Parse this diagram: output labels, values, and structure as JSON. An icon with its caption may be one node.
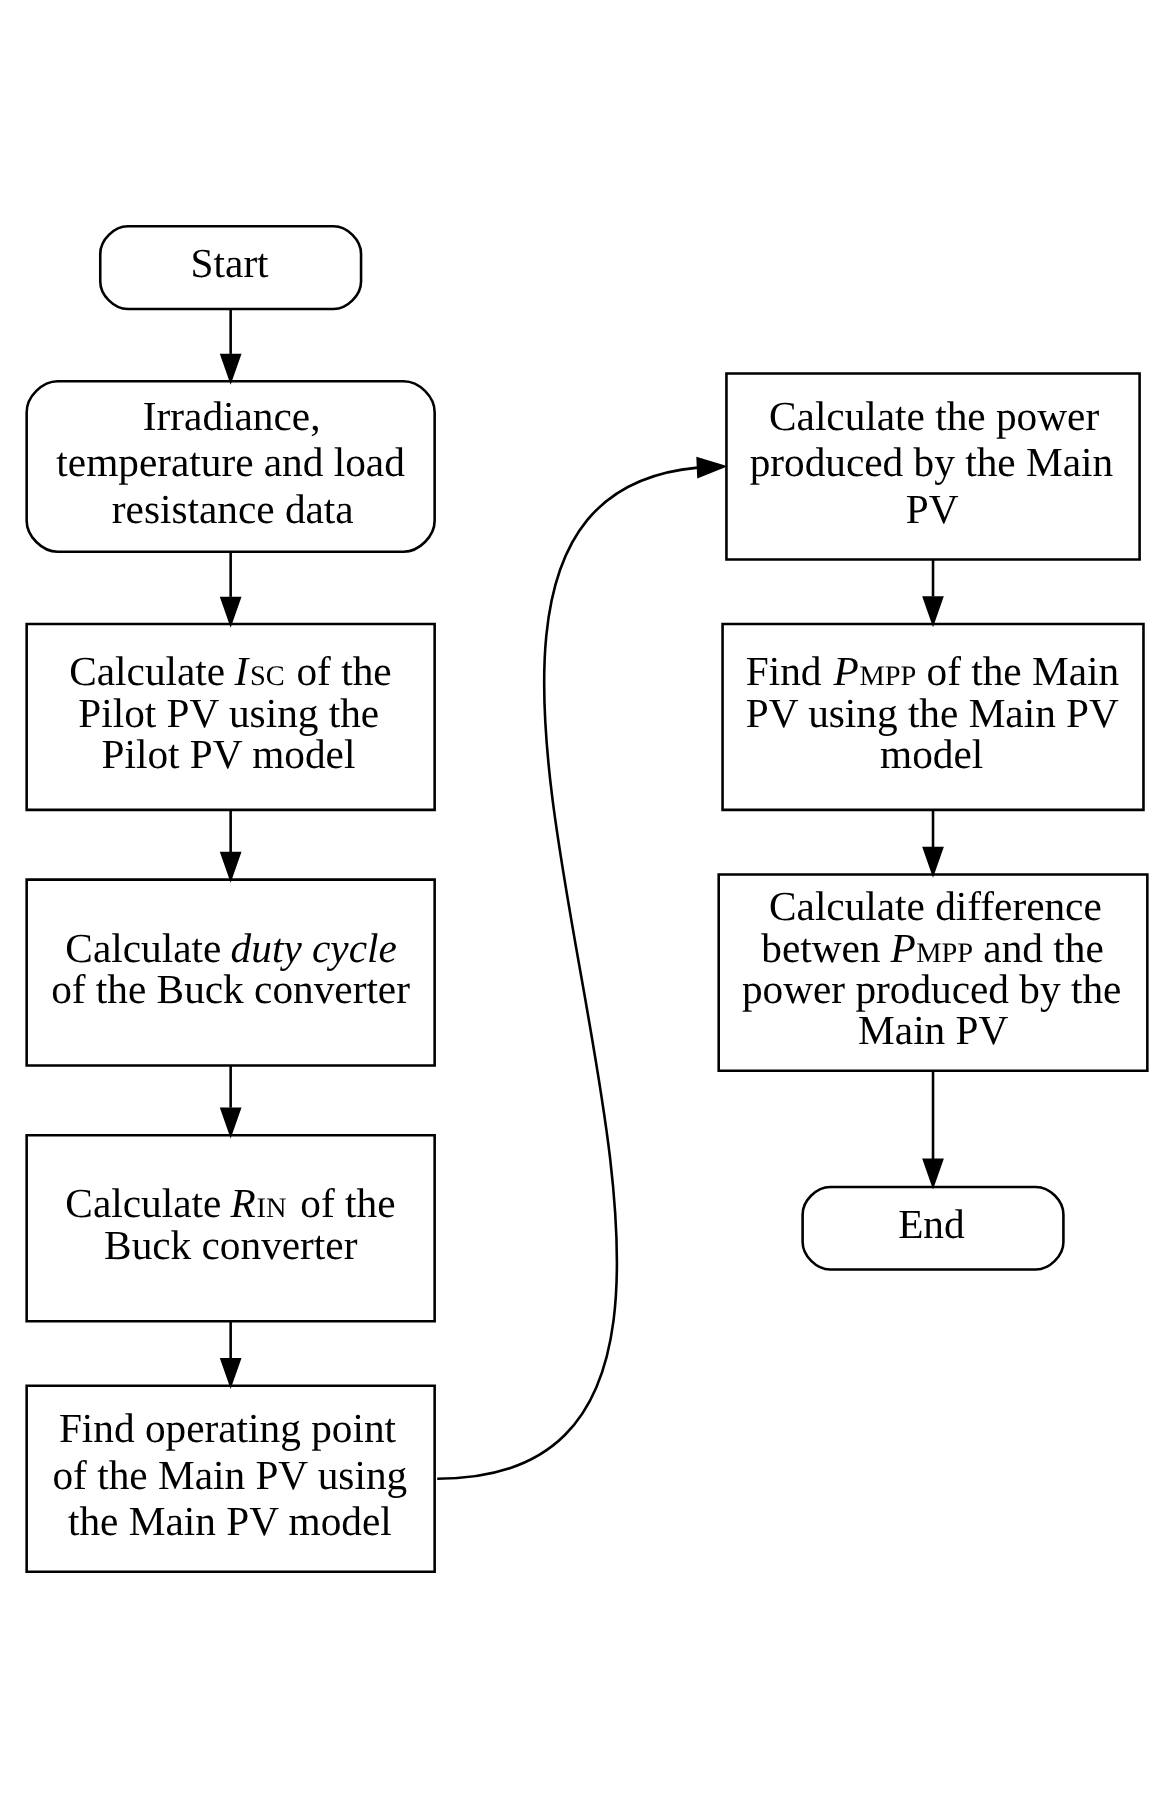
{
  "diagram": {
    "nodes": [
      {
        "text": [
          "Start"
        ]
      },
      {
        "text": [
          "Irradiance, temperature and load resistance data"
        ]
      },
      {
        "text": [
          "Calculate *I*$_{SC}$ of the Pilot PV using the Pilot PV model"
        ]
      },
      {
        "text": [
          "Calculate *duty cycle* of the Buck converter"
        ]
      },
      {
        "text": [
          "Calculate *R*$_{IN}$ of the Buck converter"
        ]
      },
      {
        "text": [
          "Find operating point of the Main PV using the Main PV model"
        ]
      },
      {
        "text": [
          "Calculate the power produced by the Main PV"
        ]
      },
      {
        "text": [
          "Find *P*$_{MPP}$ of the Main PV using the Main PV model"
        ]
      },
      {
        "text": [
          "Calculate difference betwen *P*$_{MPP}$ and the power produced by the Main PV"
        ]
      },
      {
        "text": [
          "End"
        ]
      }
    ],
    "edges": [
      {
        "from": 0,
        "to": 1,
        "arrow": "to"
      },
      {
        "from": 1,
        "to": 2,
        "arrow": "to"
      },
      {
        "from": 2,
        "to": 3,
        "arrow": "to"
      },
      {
        "from": 3,
        "to": 4,
        "arrow": "to"
      },
      {
        "from": 4,
        "to": 5,
        "arrow": "to"
      },
      {
        "from": 5,
        "to": 6,
        "arrow": "to"
      },
      {
        "from": 6,
        "to": 7,
        "arrow": "to"
      },
      {
        "from": 7,
        "to": 8,
        "arrow": "to"
      },
      {
        "from": 8,
        "to": 9,
        "arrow": "to"
      }
    ]
  }
}
